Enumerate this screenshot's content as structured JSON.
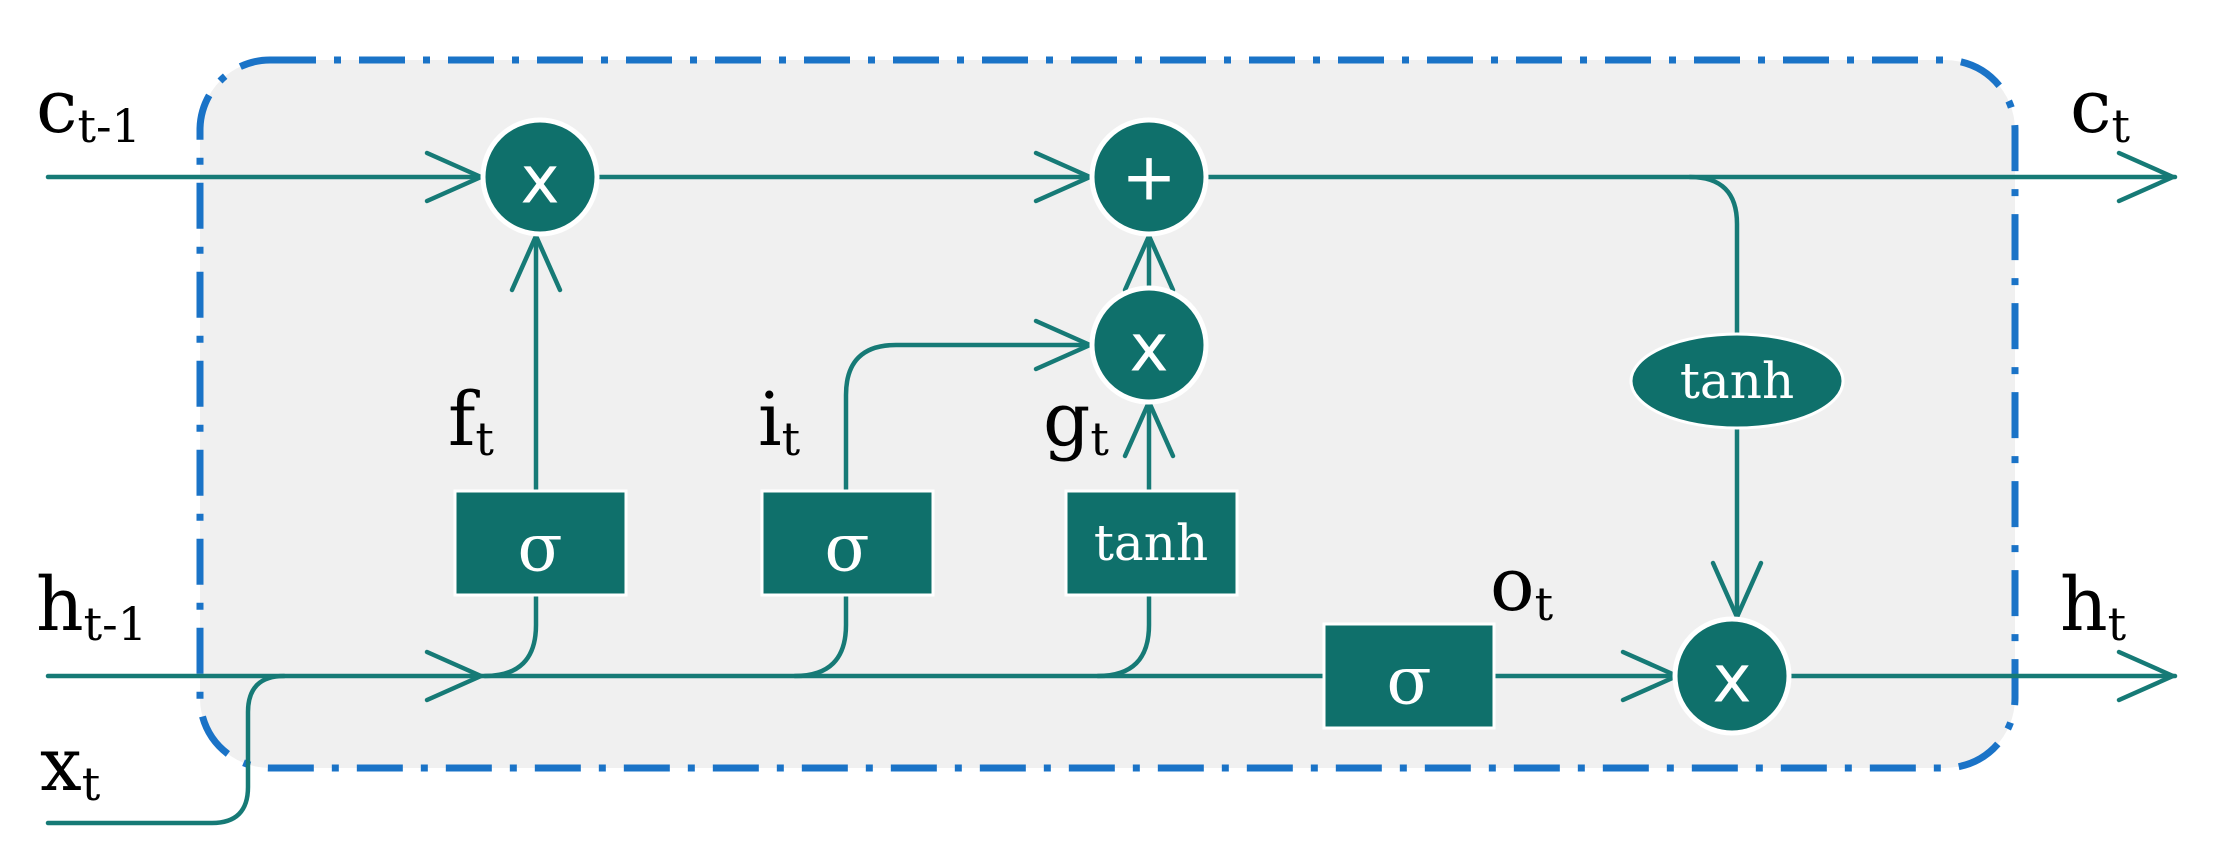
{
  "labels": {
    "c_prev": {
      "main": "c",
      "sub": "t-1"
    },
    "c_next": {
      "main": "c",
      "sub": "t"
    },
    "h_prev": {
      "main": "h",
      "sub": "t-1"
    },
    "h_next": {
      "main": "h",
      "sub": "t"
    },
    "x_t": {
      "main": "x",
      "sub": "t"
    },
    "f_t": {
      "main": "f",
      "sub": "t"
    },
    "i_t": {
      "main": "i",
      "sub": "t"
    },
    "g_t": {
      "main": "g",
      "sub": "t"
    },
    "o_t": {
      "main": "o",
      "sub": "t"
    }
  },
  "operators": {
    "forget_mult": "x",
    "input_mult": "x",
    "cell_add": "+",
    "output_mult": "x"
  },
  "gates": {
    "forget": "σ",
    "input": "σ",
    "candidate": "tanh",
    "output": "σ",
    "cell_tanh": "tanh"
  },
  "colors": {
    "node": "#0f706b",
    "wire": "#167a76",
    "cell_border": "#1a73c7",
    "cell_fill": "#f0f0f0"
  }
}
